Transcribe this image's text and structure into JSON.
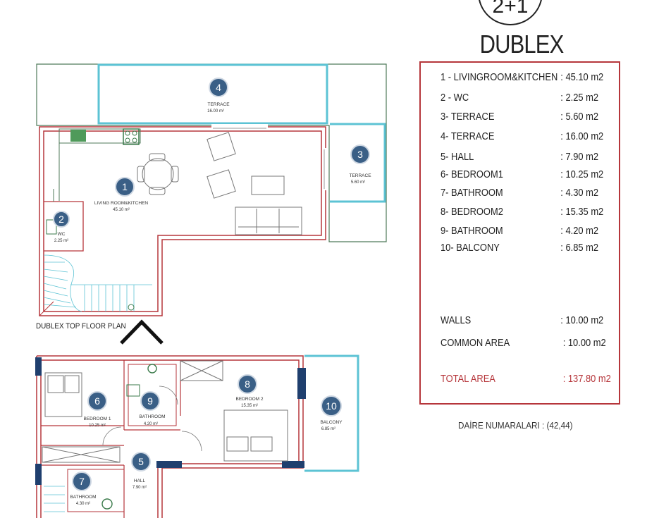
{
  "header": {
    "type_badge": "2+1",
    "title": "DUBLEX"
  },
  "areas": [
    {
      "name": "1 - LIVINGROOM&KITCHEN",
      "value": ": 45.10 m2"
    },
    {
      "name": "2 - WC",
      "value": ": 2.25 m2"
    },
    {
      "name": "3- TERRACE",
      "value": ": 5.60 m2"
    },
    {
      "name": "4- TERRACE",
      "value": ": 16.00 m2"
    },
    {
      "name": "5- HALL",
      "value": ": 7.90 m2"
    },
    {
      "name": "6- BEDROOM1",
      "value": ": 10.25 m2"
    },
    {
      "name": "7- BATHROOM",
      "value": ": 4.30 m2"
    },
    {
      "name": "8- BEDROOM2",
      "value": ": 15.35 m2"
    },
    {
      "name": "9- BATHROOM",
      "value": ": 4.20 m2"
    },
    {
      "name": "10- BALCONY",
      "value": ": 6.85 m2"
    }
  ],
  "extras": [
    {
      "name": "WALLS",
      "value": ": 10.00 m2"
    },
    {
      "name": "COMMON AREA",
      "value": ": 10.00 m2"
    }
  ],
  "total": {
    "name": "TOTAL AREA",
    "value": ": 137.80 m2"
  },
  "apartment_numbers": "DAİRE NUMARALARI : (42,44)",
  "top_floor_label": "DUBLEX TOP FLOOR PLAN",
  "rooms": [
    {
      "num": "1",
      "name": "LIVING ROOM&KITCHEN",
      "area": "45.10 m²"
    },
    {
      "num": "2",
      "name": "WC",
      "area": "2.25 m²"
    },
    {
      "num": "3",
      "name": "TERRACE",
      "area": "5.60 m²"
    },
    {
      "num": "4",
      "name": "TERRACE",
      "area": "16.00 m²"
    },
    {
      "num": "5",
      "name": "HALL",
      "area": "7.90 m²"
    },
    {
      "num": "6",
      "name": "BEDROOM 1",
      "area": "10.25 m²"
    },
    {
      "num": "7",
      "name": "BATHROOM",
      "area": "4.30 m²"
    },
    {
      "num": "8",
      "name": "BEDROOM 2",
      "area": "15.35 m²"
    },
    {
      "num": "9",
      "name": "BATHROOM",
      "area": "4.20 m²"
    },
    {
      "num": "10",
      "name": "BALCONY",
      "area": "6.85 m²"
    }
  ],
  "colors": {
    "wall": "#b6363b",
    "glass": "#5cc3d4",
    "terrace": "#4f7a5a",
    "badge": "#3a5f86",
    "column": "#1f3f6e"
  }
}
